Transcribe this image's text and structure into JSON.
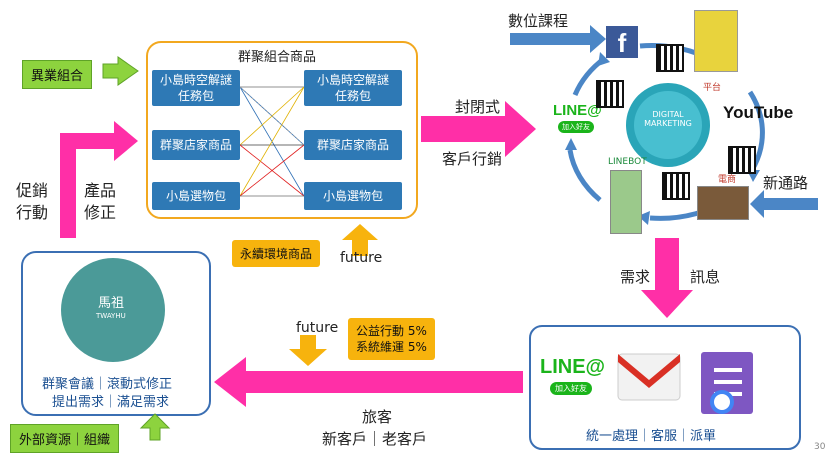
{
  "left_labels": {
    "cross_industry": "異業組合",
    "external_resources": "外部資源｜組織",
    "promo_1": "促銷",
    "promo_2": "行動",
    "product_1": "產品",
    "product_2": "修正"
  },
  "product_group": {
    "title": "群聚組合商品",
    "left_items": [
      {
        "line1": "小島時空解謎",
        "line2": "任務包"
      },
      {
        "line1": "群聚店家商品",
        "line2": ""
      },
      {
        "line1": "小島選物包",
        "line2": ""
      }
    ],
    "right_items": [
      {
        "line1": "小島時空解謎",
        "line2": "任務包"
      },
      {
        "line1": "群聚店家商品",
        "line2": ""
      },
      {
        "line1": "小島選物包",
        "line2": ""
      }
    ],
    "sustainable_label": "永續環境商品",
    "future_label": "future"
  },
  "middle_arrow": {
    "top_text": "封閉式",
    "bottom_text": "客戶行銷"
  },
  "digital_cycle": {
    "top_label": "數位課程",
    "new_channel": "新通路",
    "hub_text": "DIGITAL MARKETING",
    "line_text": "LINE@",
    "line_sub": "加入好友",
    "youtube_text": "YouTube",
    "linebot_text": "LINEBOT",
    "shop_text": "電商",
    "platform_text": "平台"
  },
  "demand_arrow": {
    "left_text": "需求",
    "right_text": "訊息"
  },
  "service_box": {
    "line_text": "LINE@",
    "line_sub": "加入好友",
    "bottom_text": "統一處理｜客服｜派單"
  },
  "bottom_middle": {
    "future_label": "future",
    "public_action": "公益行動 5%",
    "system_maintenance": "系統維運 5%",
    "tourist": "旅客",
    "customers": "新客戶｜老客戶"
  },
  "org_box": {
    "logo_text": "馬祖",
    "logo_sub": "TWAYHU",
    "line1": "群聚會議｜滾動式修正",
    "line2": "提出需求｜滿足需求"
  },
  "page_number": "30",
  "colors": {
    "pink_arrow": "#ff2fa7",
    "blue_arrow": "#4b86c6",
    "green_arrow": "#8dd33e",
    "yellow": "#f7b30d",
    "box_border_orange": "#f2a81f",
    "box_border_blue": "#3b6fb3",
    "teal_logo": "#4b9a98"
  }
}
